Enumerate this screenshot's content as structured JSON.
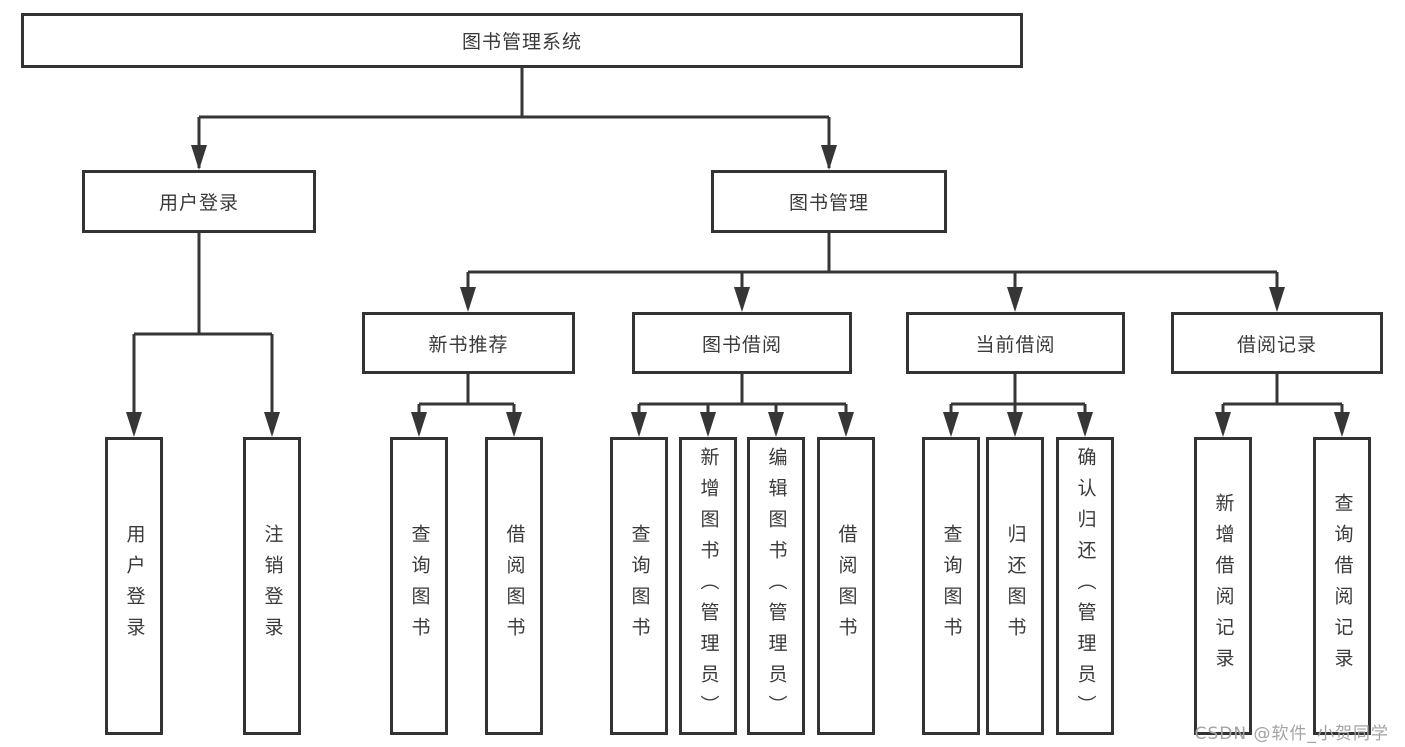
{
  "tree": {
    "label": "图书管理系统",
    "children": [
      {
        "label": "用户登录",
        "children": [
          {
            "label": "用户登录"
          },
          {
            "label": "注销登录"
          }
        ]
      },
      {
        "label": "图书管理",
        "children": [
          {
            "label": "新书推荐",
            "children": [
              {
                "label": "查询图书"
              },
              {
                "label": "借阅图书"
              }
            ]
          },
          {
            "label": "图书借阅",
            "children": [
              {
                "label": "查询图书"
              },
              {
                "label": "新增图书（管理员）"
              },
              {
                "label": "编辑图书（管理员）"
              },
              {
                "label": "借阅图书"
              }
            ]
          },
          {
            "label": "当前借阅",
            "children": [
              {
                "label": "查询图书"
              },
              {
                "label": "归还图书"
              },
              {
                "label": "确认归还（管理员）"
              }
            ]
          },
          {
            "label": "借阅记录",
            "children": [
              {
                "label": "新增借阅记录"
              },
              {
                "label": "查询借阅记录"
              }
            ]
          }
        ]
      }
    ]
  },
  "watermark": {
    "text": "CSDN @软件_小贺同学"
  },
  "colors": {
    "line": "#363636",
    "box_border": "#333333",
    "text": "#3a3a3a",
    "watermark": "#a3a3a3",
    "background": "#ffffff"
  }
}
